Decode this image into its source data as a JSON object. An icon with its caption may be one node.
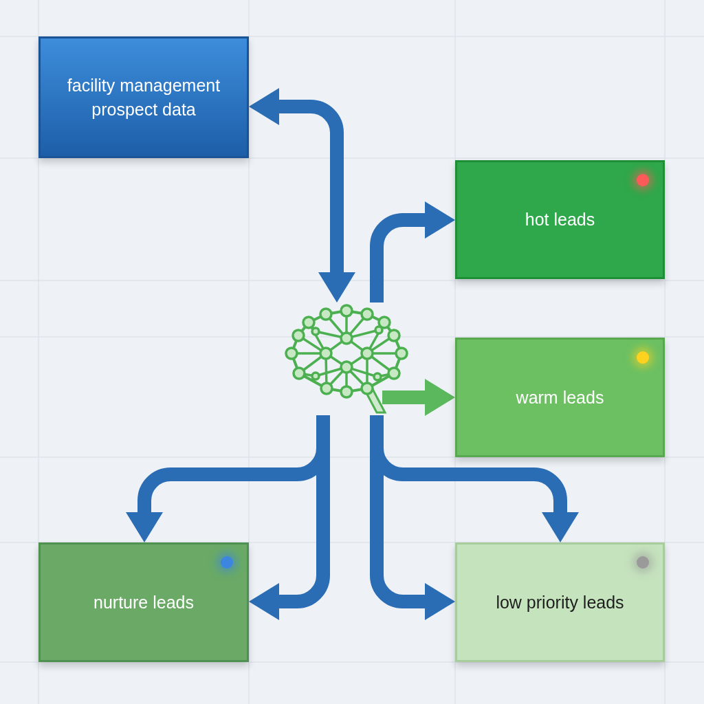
{
  "diagram": {
    "nodes": [
      {
        "text": [
          "facility management prospect data"
        ]
      },
      {
        "text": [
          "hot leads"
        ]
      },
      {
        "text": [
          "warm leads"
        ]
      },
      {
        "text": [
          "nurture leads"
        ]
      },
      {
        "text": [
          "low priority leads"
        ]
      },
      {
        "text": [],
        "shape": "picture"
      }
    ],
    "edges": [
      {
        "from": 5,
        "to": 0,
        "arrow": "both"
      },
      {
        "from": 5,
        "to": 1,
        "arrow": "to"
      },
      {
        "from": 5,
        "to": 2,
        "arrow": "to",
        "color": "#5cb85c"
      },
      {
        "from": 5,
        "to": 3,
        "arrow": "to"
      },
      {
        "from": 5,
        "to": 3,
        "arrow": "to"
      },
      {
        "from": 5,
        "to": 4,
        "arrow": "to"
      },
      {
        "from": 5,
        "to": 4,
        "arrow": "to"
      }
    ]
  }
}
